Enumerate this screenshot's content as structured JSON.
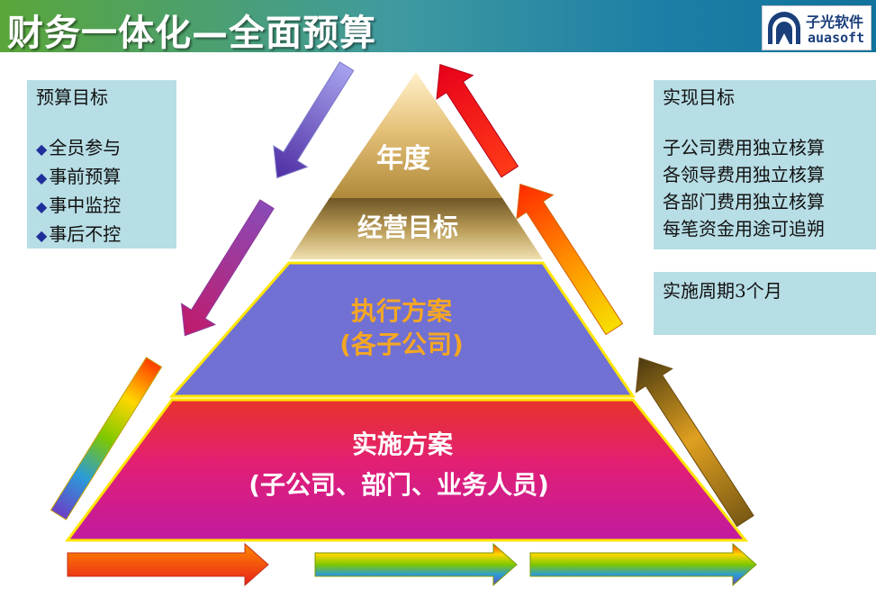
{
  "title": "财务一体化—全面预算",
  "logo": {
    "name_cn": "子光软件",
    "name_en": "auasoft"
  },
  "left_panel": {
    "heading": "预算目标",
    "items": [
      "全员参与",
      "事前预算",
      "事中监控",
      "事后不控"
    ]
  },
  "right_panel": {
    "heading": "实现目标",
    "items": [
      "子公司费用独立核算",
      "各领导费用独立核算",
      "各部门费用独立核算",
      "每笔资金用途可追朔"
    ]
  },
  "right_panel_2": {
    "text": "实施周期3个月"
  },
  "pyramid": {
    "top_line1": "年度",
    "top_line2": "经营目标",
    "middle_line1": "执行方案",
    "middle_line2": "(各子公司)",
    "bottom_line1": "实施方案",
    "bottom_line2": "(子公司、部门、业务人员)"
  },
  "colors": {
    "title_text": "#ffffff",
    "panel_bg": "#b7dde5",
    "middle_tier": "#7171d4",
    "middle_text": "#f5a623",
    "bottom_tier": "#e0207a",
    "tier_border": "#ffe600",
    "bullet": "#1f2f9a"
  }
}
